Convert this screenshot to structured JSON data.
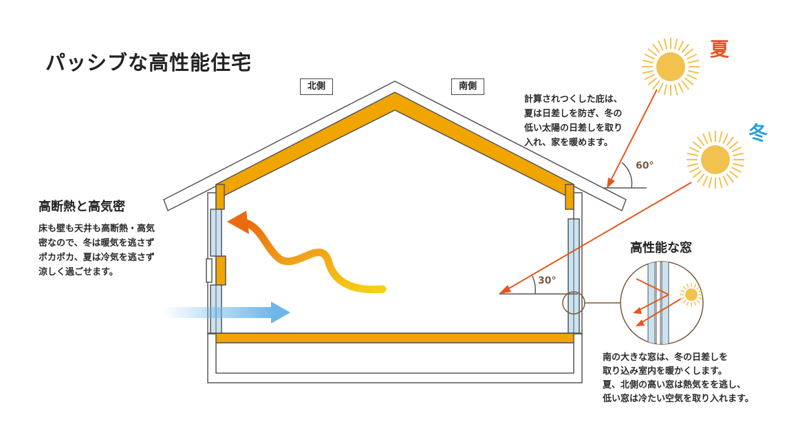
{
  "title": "パッシブな高性能住宅",
  "labels": {
    "north": "北側",
    "south": "南側"
  },
  "seasons": {
    "summer": "夏",
    "winter": "冬"
  },
  "angles": {
    "summer": "60°",
    "winter": "30°"
  },
  "insulation": {
    "title": "高断熱と高気密",
    "text": "床も壁も天井も高断熱・高気\n密なので、冬は暖気を逃さず\nポカポカ、夏は冷気を逃さず\n涼しく過ごせます。"
  },
  "eaves": {
    "text": "計算されつくした庇は、\n夏は日差しを防ぎ、冬の\n低い太陽の日差しを取り\n入れ、家を暖めます。"
  },
  "window": {
    "title": "高性能な窓",
    "text": "南の大きな窓は、冬の日差しを\n取り込み室内を暖かくします。\n夏、北側の高い窓は熱気をを逃し、\n低い窓は冷たい空気を取り入れます。"
  },
  "colors": {
    "insulation": "#f0a500",
    "arrow_red": "#e8551c",
    "sun": "#f2c14e",
    "summer": "#e8551c",
    "winter": "#2aa1d8",
    "window_blue": "#c9e3f2"
  }
}
